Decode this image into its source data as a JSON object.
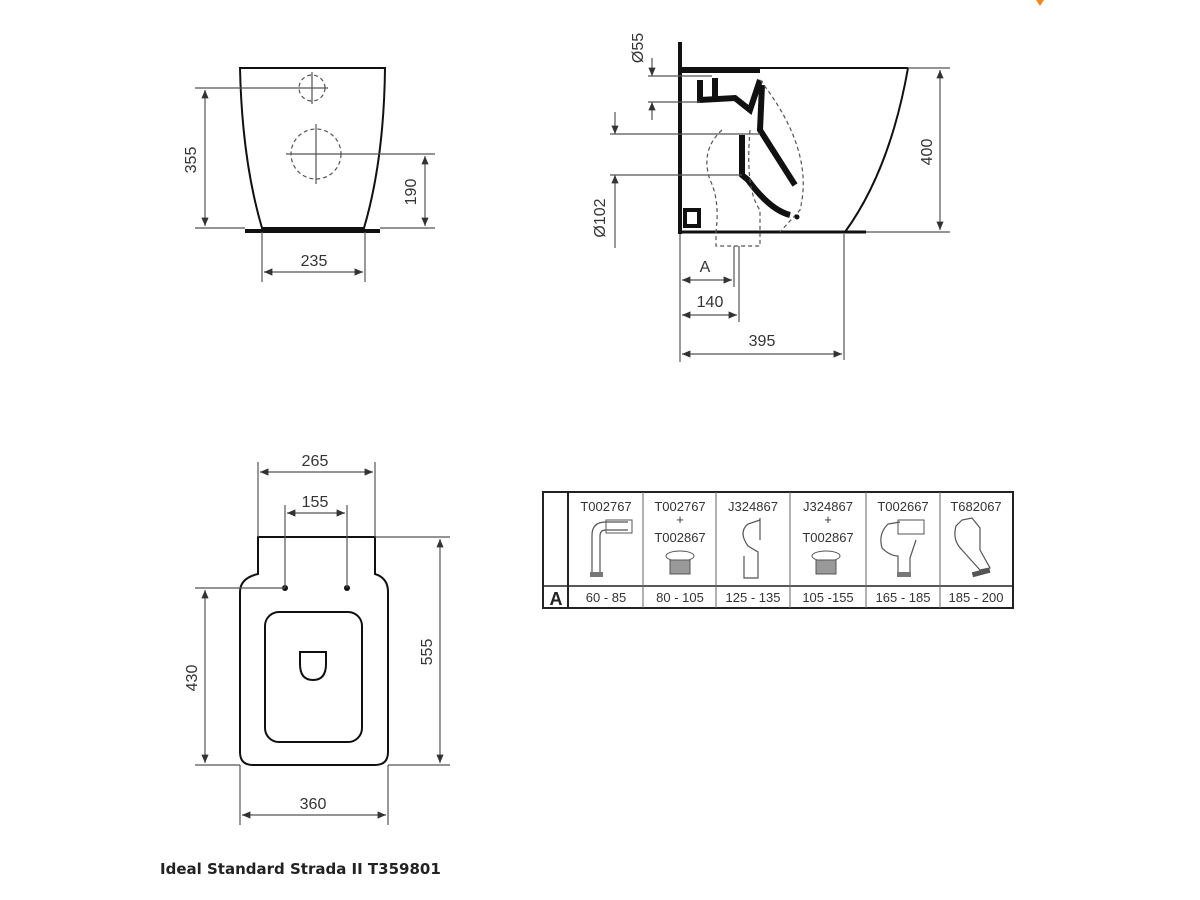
{
  "front_view": {
    "height_355": "355",
    "height_190": "190",
    "width_235": "235"
  },
  "side_view": {
    "dia_55": "Ø55",
    "dia_102": "Ø102",
    "height_400": "400",
    "label_a": "A",
    "dist_140": "140",
    "depth_395": "395"
  },
  "top_view": {
    "width_265": "265",
    "width_155": "155",
    "length_555": "555",
    "length_430": "430",
    "width_360": "360"
  },
  "table": {
    "row_label": "A",
    "columns": [
      {
        "code": "T002767",
        "code2": "",
        "plus": "",
        "range": "60 - 85"
      },
      {
        "code": "T002767",
        "code2": "T002867",
        "plus": "+",
        "range": "80 - 105"
      },
      {
        "code": "J324867",
        "code2": "",
        "plus": "",
        "range": "125 - 135"
      },
      {
        "code": "J324867",
        "code2": "T002867",
        "plus": "+",
        "range": "105 -155"
      },
      {
        "code": "T002667",
        "code2": "",
        "plus": "",
        "range": "165 - 185"
      },
      {
        "code": "T682067",
        "code2": "",
        "plus": "",
        "range": "185 - 200"
      }
    ]
  },
  "caption": "Ideal Standard Strada II T359801",
  "colors": {
    "line": "#111111",
    "dim": "#555555",
    "accent": "#f08a1c"
  }
}
